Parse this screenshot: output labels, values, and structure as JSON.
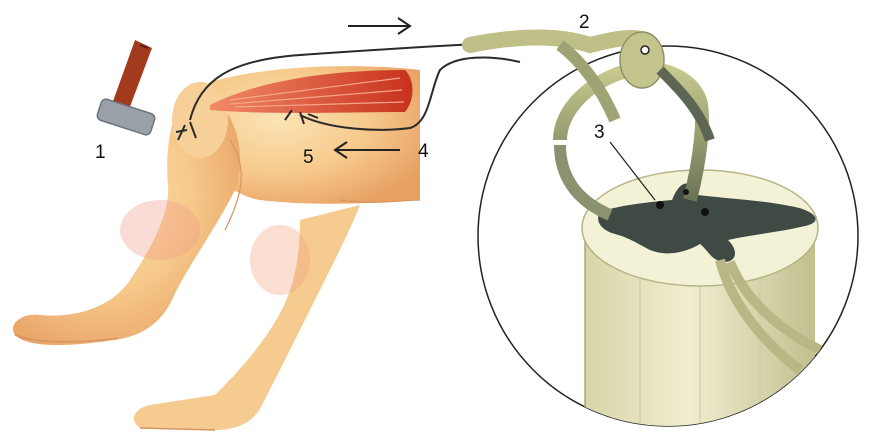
{
  "labels": {
    "hammer": "1",
    "sensory_ganglion": "2",
    "interneuron": "3",
    "motor_neuron": "4",
    "effector_muscle": "5"
  },
  "icons": {
    "hammer": "reflex-hammer-icon",
    "arrow_right": "arrow-right-icon",
    "arrow_down": "arrow-down-icon",
    "arrow_left": "arrow-left-icon"
  },
  "colors": {
    "skin": "#f6c98a",
    "skin_shade": "#e89a5a",
    "muscle": "#d9482e",
    "nerve": "#2a2a2a",
    "cord": "#e8e5c2",
    "cord_shade": "#c9c79a",
    "grey_matter": "#3f4a44",
    "hammer_head": "#9aa0a8",
    "hammer_handle": "#a23a1e"
  }
}
